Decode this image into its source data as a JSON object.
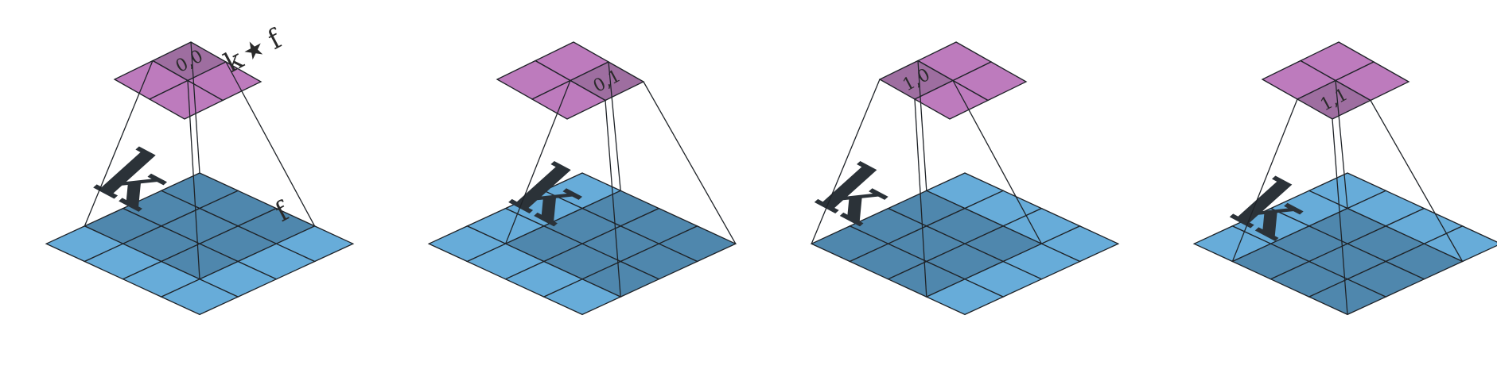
{
  "labels": {
    "output_label_k": "k",
    "output_label_star": "★",
    "output_label_f": "f",
    "input_label": "f",
    "kernel_glyph": "k"
  },
  "panels": [
    {
      "id": "panel-1",
      "highlight_label": "0,0",
      "highlight_out": [
        0,
        0
      ],
      "highlight_in": [
        0,
        0
      ]
    },
    {
      "id": "panel-2",
      "highlight_label": "0,1",
      "highlight_out": [
        0,
        1
      ],
      "highlight_in": [
        0,
        1
      ]
    },
    {
      "id": "panel-3",
      "highlight_label": "1,0",
      "highlight_out": [
        1,
        0
      ],
      "highlight_in": [
        1,
        0
      ]
    },
    {
      "id": "panel-4",
      "highlight_label": "1,1",
      "highlight_out": [
        1,
        1
      ],
      "highlight_in": [
        1,
        1
      ]
    }
  ],
  "grid": {
    "input_size": 4,
    "kernel_size": 3,
    "output_size": 2
  },
  "colors": {
    "input_cell": "#67acd9",
    "input_highlight": "#4f87ad",
    "output_cell": "#bd7bbd",
    "output_highlight": "#9e6ea0",
    "line": "#1f2328"
  }
}
